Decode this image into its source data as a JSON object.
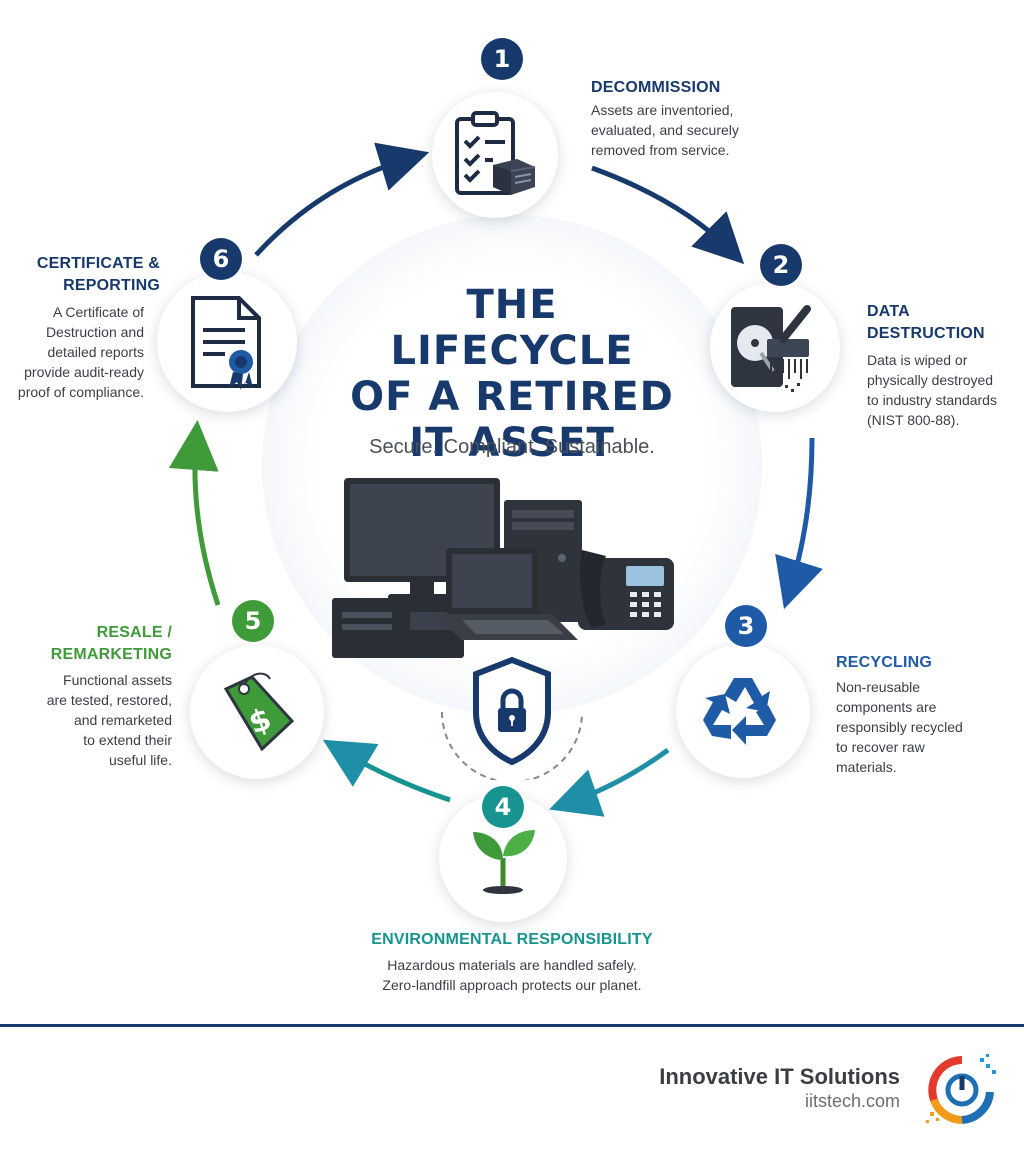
{
  "title": "THE LIFECYCLE OF A RETIRED IT ASSET",
  "title_lines": [
    "THE LIFECYCLE",
    "OF A RETIRED",
    "IT ASSET"
  ],
  "subtitle": "Secure. Compliant. Sustainable.",
  "steps": [
    {
      "number": "1",
      "title": "DECOMMISSION",
      "desc": [
        "Assets are inventoried,",
        "evaluated, and securely",
        "removed from service."
      ],
      "color": "#17396b",
      "icon": "clipboard-server-icon"
    },
    {
      "number": "2",
      "title": "DATA DESTRUCTION",
      "title_lines": [
        "DATA",
        "DESTRUCTION"
      ],
      "desc": [
        "Data is wiped or",
        "physically destroyed",
        "to industry standards",
        "(NIST 800-88)."
      ],
      "color": "#17396b",
      "icon": "hard-drive-shredder-icon"
    },
    {
      "number": "3",
      "title": "RECYCLING",
      "desc": [
        "Non-reusable",
        "components are",
        "responsibly recycled",
        "to recover raw",
        "materials."
      ],
      "color": "#1f5aa6",
      "icon": "recycle-icon"
    },
    {
      "number": "4",
      "title": "ENVIRONMENTAL RESPONSIBILITY",
      "desc": [
        "Hazardous materials are handled safely.",
        "Zero-landfill approach protects our planet."
      ],
      "color": "#17948f",
      "icon": "sprout-icon"
    },
    {
      "number": "5",
      "title": "RESALE / REMARKETING",
      "title_lines": [
        "RESALE /",
        "REMARKETING"
      ],
      "desc": [
        "Functional assets",
        "are tested, restored,",
        "and remarketed",
        "to extend their",
        "useful life."
      ],
      "color": "#3f9a3a",
      "icon": "price-tag-icon"
    },
    {
      "number": "6",
      "title": "CERTIFICATE & REPORTING",
      "title_lines": [
        "CERTIFICATE &",
        "REPORTING"
      ],
      "desc": [
        "A Certificate of",
        "Destruction and",
        "detailed reports",
        "provide audit-ready",
        "proof of compliance."
      ],
      "color": "#17396b",
      "icon": "certificate-icon"
    }
  ],
  "footer": {
    "brand": "Innovative IT Solutions",
    "url": "iitstech.com"
  },
  "colors": {
    "navy": "#17396b",
    "blue": "#1f5aa6",
    "teal": "#17948f",
    "green": "#3f9a3a"
  }
}
